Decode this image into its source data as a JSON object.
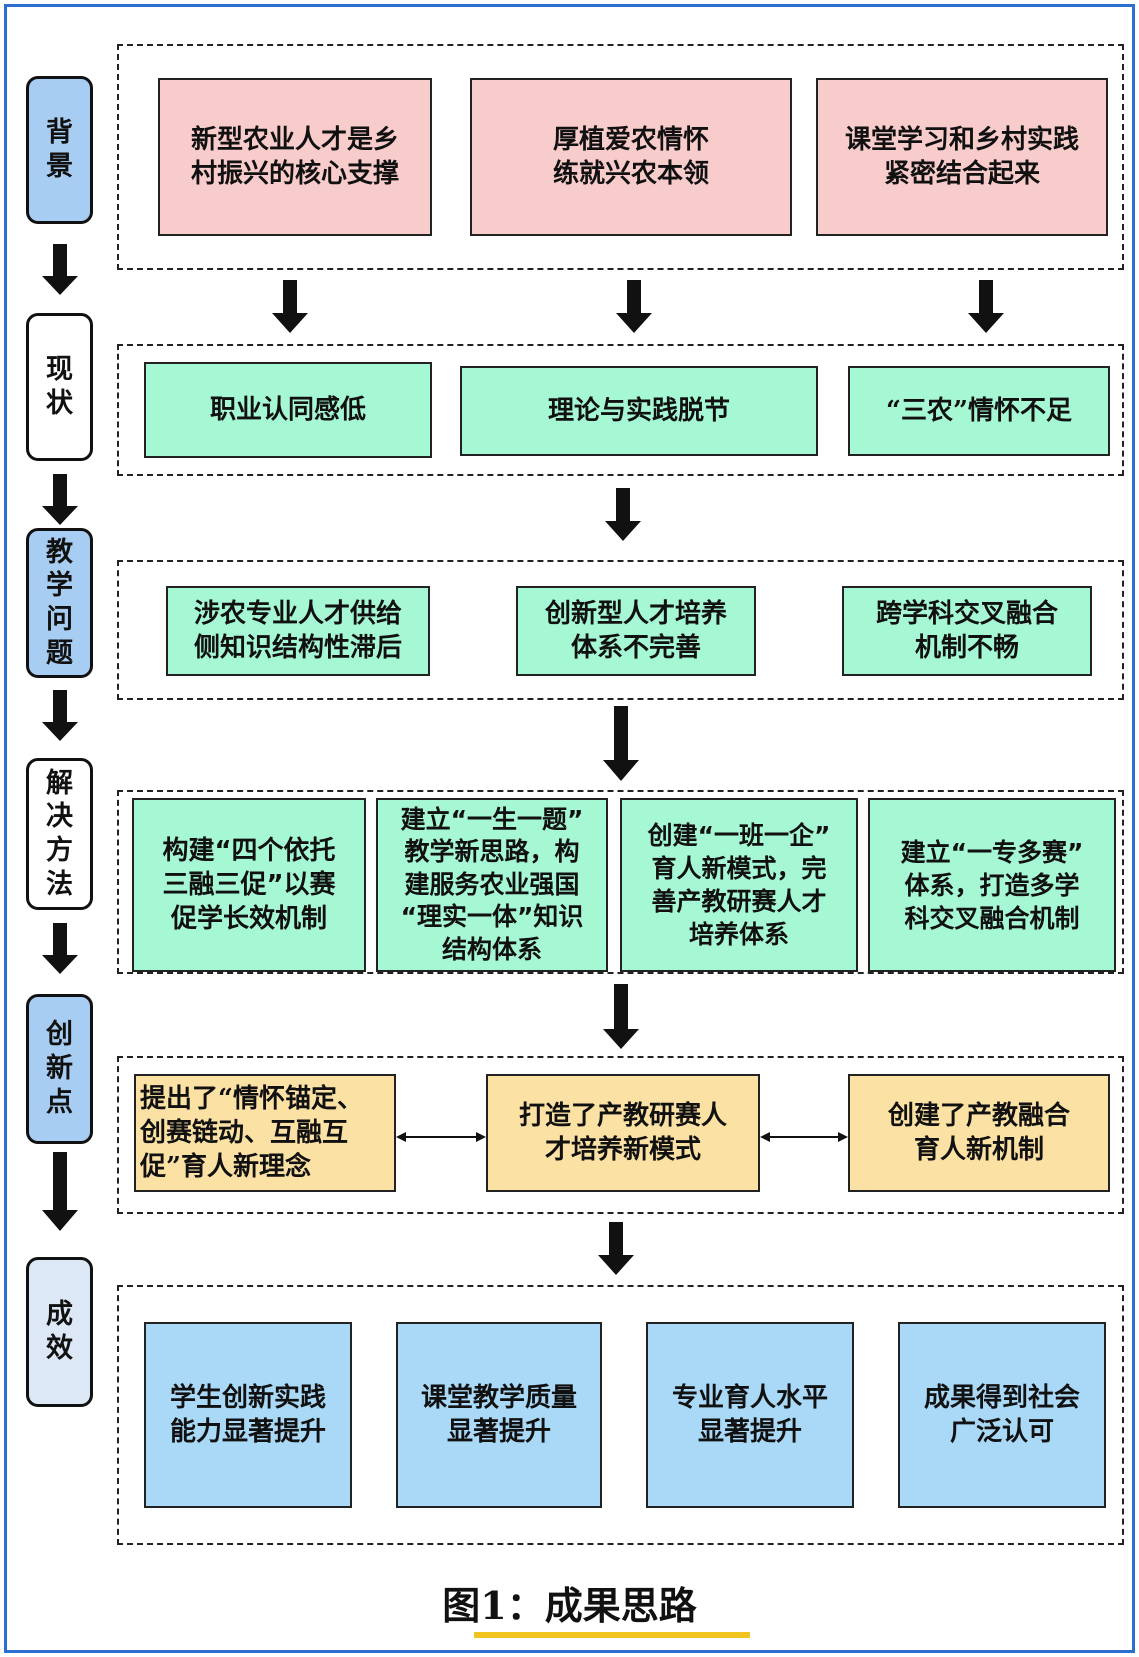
{
  "stages": [
    {
      "id": "background",
      "label": "背景"
    },
    {
      "id": "status",
      "label": "现状"
    },
    {
      "id": "problems",
      "label": "教学问题"
    },
    {
      "id": "solutions",
      "label": "解决方法"
    },
    {
      "id": "innovation",
      "label": "创新点"
    },
    {
      "id": "results",
      "label": "成效"
    }
  ],
  "background": [
    "新型农业人才是乡\n村振兴的核心支撑",
    "厚植爱农情怀\n练就兴农本领",
    "课堂学习和乡村实践\n紧密结合起来"
  ],
  "status": [
    "职业认同感低",
    "理论与实践脱节",
    "“三农”情怀不足"
  ],
  "problems": [
    "涉农专业人才供给\n侧知识结构性滞后",
    "创新型人才培养\n体系不完善",
    "跨学科交叉融合\n机制不畅"
  ],
  "solutions": [
    "构建“四个依托\n三融三促”以赛\n促学长效机制",
    "建立“一生一题”\n教学新思路，构\n建服务农业强国\n“理实一体”知识\n结构体系",
    "创建“一班一企”\n育人新模式，完\n善产教研赛人才\n培养体系",
    "建立“一专多赛”\n体系，打造多学\n科交叉融合机制"
  ],
  "innovation": [
    "提出了“情怀锚定、\n创赛链动、互融互\n促”育人新理念",
    "打造了产教研赛人\n才培养新模式",
    "创建了产教融合\n育人新机制"
  ],
  "results": [
    "学生创新实践\n能力显著提升",
    "课堂教学质量\n显著提升",
    "专业育人水平\n显著提升",
    "成果得到社会\n广泛认可"
  ],
  "caption": "图1：成果思路"
}
